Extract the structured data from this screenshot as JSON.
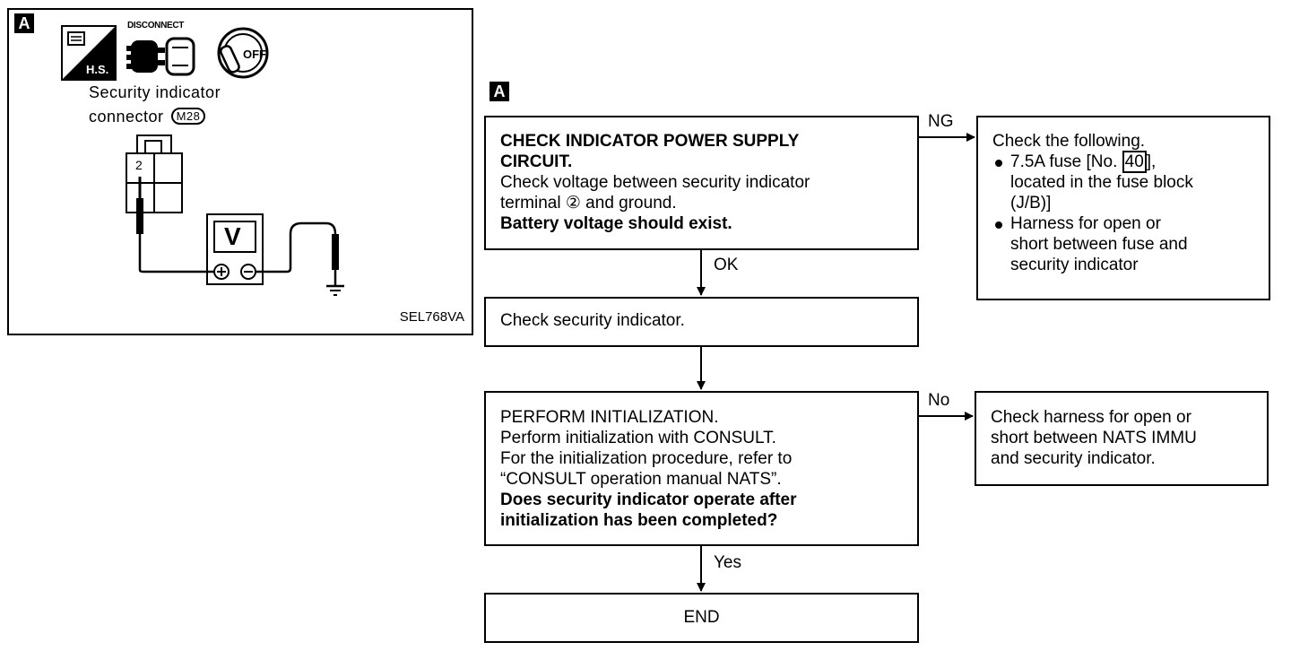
{
  "figure": {
    "tag": "A",
    "disconnect_label": "DISCONNECT",
    "hs_label": "H.S.",
    "off_label": "OFF",
    "connector_label_line1": "Security indicator",
    "connector_label_line2": "connector",
    "connector_code": "M28",
    "terminal_number": "2",
    "meter_label": "V",
    "plus_symbol": "+",
    "minus_symbol": "−",
    "figure_code": "SEL768VA"
  },
  "flow": {
    "tag": "A",
    "step1": {
      "title_line1": "CHECK INDICATOR POWER SUPPLY",
      "title_line2": "CIRCUIT.",
      "body_line1": "Check voltage between security indicator",
      "body_line2_pre": "terminal ",
      "body_line2_terminal": "②",
      "body_line2_post": "  and ground.",
      "emphasis": "Battery voltage should exist."
    },
    "step1_ng_label": "NG",
    "step1_ok_label": "OK",
    "ng_box": {
      "heading": "Check the following.",
      "item1_pre": "7.5A fuse [No. ",
      "item1_fuse": "40",
      "item1_post": "],",
      "item1_line2": "located in the fuse block",
      "item1_line3": "(J/B)]",
      "item2_line1": "Harness for open or",
      "item2_line2": "short between fuse and",
      "item2_line3": "security indicator"
    },
    "step2": {
      "text": "Check security indicator."
    },
    "step3": {
      "line1": "PERFORM INITIALIZATION.",
      "line2": "Perform initialization with CONSULT.",
      "line3": "For the initialization procedure, refer to",
      "line4": "“CONSULT operation manual NATS”.",
      "emphasis_line1": "Does security indicator operate after",
      "emphasis_line2": "initialization has been completed?"
    },
    "step3_no_label": "No",
    "step3_yes_label": "Yes",
    "no_box": {
      "line1": "Check harness for open or",
      "line2": "short between NATS IMMU",
      "line3": "and security indicator."
    },
    "end_box": {
      "text": "END"
    }
  }
}
